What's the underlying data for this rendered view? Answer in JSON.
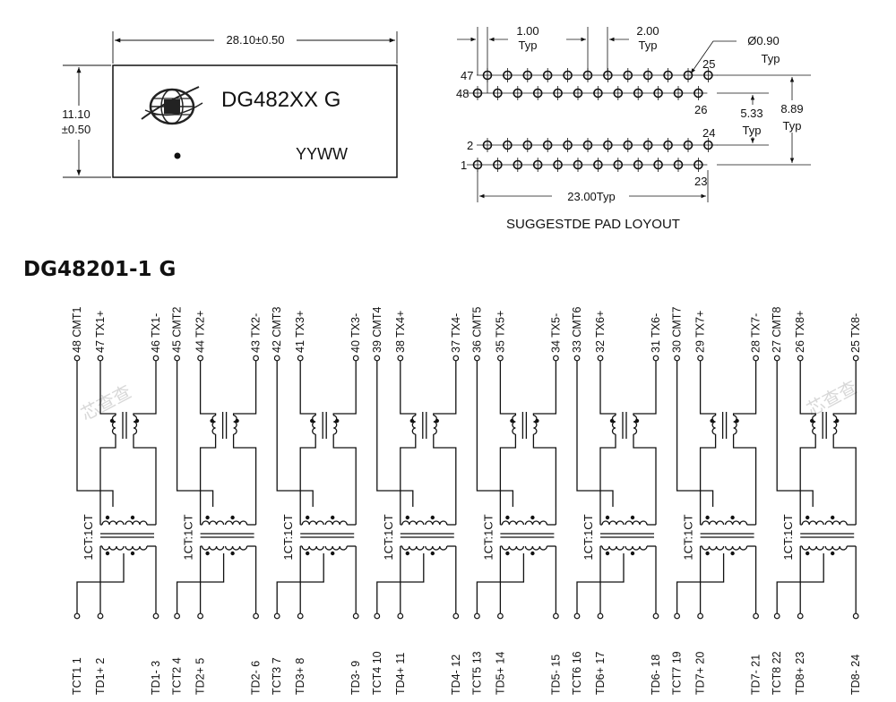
{
  "package": {
    "width_dim": "28.10±0.50",
    "height_dim_value": "11.10",
    "height_dim_tol": "±0.50",
    "part_marking": "DG482XX G",
    "date_code": "YYWW"
  },
  "pad_layout": {
    "pitch": "1.00",
    "pitch_typ": "Typ",
    "row_pitch": "2.00",
    "row_pitch_typ": "Typ",
    "hole": "Ø0.90",
    "hole_typ": "Typ",
    "gap": "5.33",
    "gap_typ": "Typ",
    "span": "8.89",
    "span_typ": "Typ",
    "length": "23.00Typ",
    "caption": "SUGGESTDE PAD LOYOUT",
    "pin_labels": {
      "p47": "47",
      "p48": "48",
      "p25": "25",
      "p26": "26",
      "p2": "2",
      "p1": "1",
      "p24": "24",
      "p23": "23"
    }
  },
  "schematic": {
    "title": "DG48201-1 G",
    "ratio_label": "1CT:1CT",
    "watermark": "芯查查",
    "channels": [
      {
        "top": [
          "48 CMT1",
          "47 TX1+",
          "46 TX1-"
        ],
        "bottom": [
          "TCT1 1",
          "TD1+ 2",
          "TD1- 3"
        ]
      },
      {
        "top": [
          "45 CMT2",
          "44 TX2+",
          "43 TX2-"
        ],
        "bottom": [
          "TCT2 4",
          "TD2+ 5",
          "TD2- 6"
        ]
      },
      {
        "top": [
          "42 CMT3",
          "41 TX3+",
          "40 TX3-"
        ],
        "bottom": [
          "TCT3 7",
          "TD3+ 8",
          "TD3- 9"
        ]
      },
      {
        "top": [
          "39 CMT4",
          "38 TX4+",
          "37 TX4-"
        ],
        "bottom": [
          "TCT4 10",
          "TD4+ 11",
          "TD4- 12"
        ]
      },
      {
        "top": [
          "36 CMT5",
          "35 TX5+",
          "34 TX5-"
        ],
        "bottom": [
          "TCT5 13",
          "TD5+ 14",
          "TD5- 15"
        ]
      },
      {
        "top": [
          "33 CMT6",
          "32 TX6+",
          "31 TX6-"
        ],
        "bottom": [
          "TCT6 16",
          "TD6+ 17",
          "TD6- 18"
        ]
      },
      {
        "top": [
          "30 CMT7",
          "29 TX7+",
          "28 TX7-"
        ],
        "bottom": [
          "TCT7 19",
          "TD7+ 20",
          "TD7- 21"
        ]
      },
      {
        "top": [
          "27 CMT8",
          "26 TX8+",
          "25 TX8-"
        ],
        "bottom": [
          "TCT8 22",
          "TD8+ 23",
          "TD8- 24"
        ]
      }
    ]
  }
}
